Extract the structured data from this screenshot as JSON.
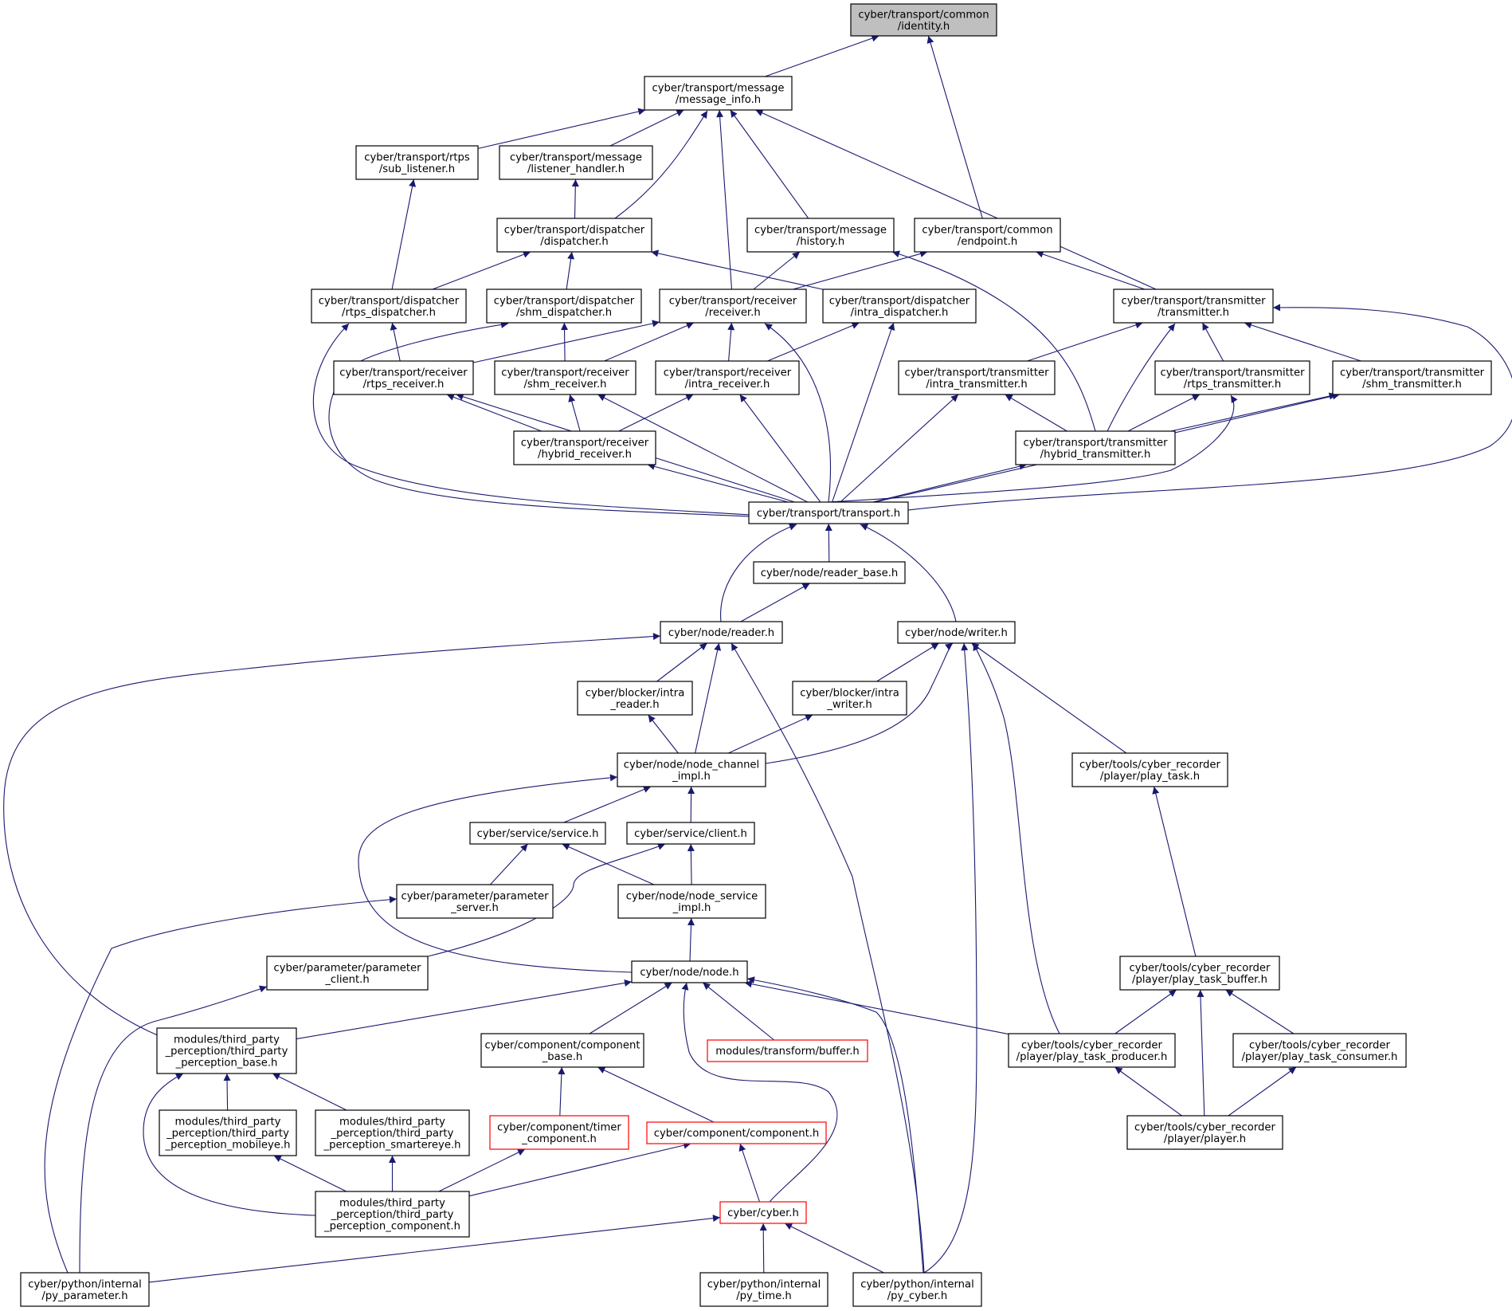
{
  "colors": {
    "edge": "#191970",
    "box_border": "#000000",
    "box_fill": "#ffffff",
    "root_fill": "#bfbfbf",
    "truncated_border": "#ff0000"
  },
  "nodes": [
    {
      "id": "identity",
      "lines": [
        "cyber/transport/common",
        "/identity.h"
      ],
      "style": "root"
    },
    {
      "id": "message_info",
      "lines": [
        "cyber/transport/message",
        "/message_info.h"
      ],
      "style": "normal"
    },
    {
      "id": "sub_listener",
      "lines": [
        "cyber/transport/rtps",
        "/sub_listener.h"
      ],
      "style": "normal"
    },
    {
      "id": "listener_handler",
      "lines": [
        "cyber/transport/message",
        "/listener_handler.h"
      ],
      "style": "normal"
    },
    {
      "id": "dispatcher",
      "lines": [
        "cyber/transport/dispatcher",
        "/dispatcher.h"
      ],
      "style": "normal"
    },
    {
      "id": "history",
      "lines": [
        "cyber/transport/message",
        "/history.h"
      ],
      "style": "normal"
    },
    {
      "id": "endpoint",
      "lines": [
        "cyber/transport/common",
        "/endpoint.h"
      ],
      "style": "normal"
    },
    {
      "id": "rtps_dispatcher",
      "lines": [
        "cyber/transport/dispatcher",
        "/rtps_dispatcher.h"
      ],
      "style": "normal"
    },
    {
      "id": "shm_dispatcher",
      "lines": [
        "cyber/transport/dispatcher",
        "/shm_dispatcher.h"
      ],
      "style": "normal"
    },
    {
      "id": "receiver",
      "lines": [
        "cyber/transport/receiver",
        "/receiver.h"
      ],
      "style": "normal"
    },
    {
      "id": "intra_dispatcher",
      "lines": [
        "cyber/transport/dispatcher",
        "/intra_dispatcher.h"
      ],
      "style": "normal"
    },
    {
      "id": "transmitter",
      "lines": [
        "cyber/transport/transmitter",
        "/transmitter.h"
      ],
      "style": "normal"
    },
    {
      "id": "rtps_receiver",
      "lines": [
        "cyber/transport/receiver",
        "/rtps_receiver.h"
      ],
      "style": "normal"
    },
    {
      "id": "shm_receiver",
      "lines": [
        "cyber/transport/receiver",
        "/shm_receiver.h"
      ],
      "style": "normal"
    },
    {
      "id": "intra_receiver",
      "lines": [
        "cyber/transport/receiver",
        "/intra_receiver.h"
      ],
      "style": "normal"
    },
    {
      "id": "intra_transmitter",
      "lines": [
        "cyber/transport/transmitter",
        "/intra_transmitter.h"
      ],
      "style": "normal"
    },
    {
      "id": "rtps_transmitter",
      "lines": [
        "cyber/transport/transmitter",
        "/rtps_transmitter.h"
      ],
      "style": "normal"
    },
    {
      "id": "shm_transmitter",
      "lines": [
        "cyber/transport/transmitter",
        "/shm_transmitter.h"
      ],
      "style": "normal"
    },
    {
      "id": "hybrid_receiver",
      "lines": [
        "cyber/transport/receiver",
        "/hybrid_receiver.h"
      ],
      "style": "normal"
    },
    {
      "id": "hybrid_transmitter",
      "lines": [
        "cyber/transport/transmitter",
        "/hybrid_transmitter.h"
      ],
      "style": "normal"
    },
    {
      "id": "transport",
      "lines": [
        "cyber/transport/transport.h"
      ],
      "style": "normal"
    },
    {
      "id": "reader_base",
      "lines": [
        "cyber/node/reader_base.h"
      ],
      "style": "normal"
    },
    {
      "id": "reader",
      "lines": [
        "cyber/node/reader.h"
      ],
      "style": "normal"
    },
    {
      "id": "writer",
      "lines": [
        "cyber/node/writer.h"
      ],
      "style": "normal"
    },
    {
      "id": "intra_reader",
      "lines": [
        "cyber/blocker/intra",
        "_reader.h"
      ],
      "style": "normal"
    },
    {
      "id": "intra_writer",
      "lines": [
        "cyber/blocker/intra",
        "_writer.h"
      ],
      "style": "normal"
    },
    {
      "id": "node_channel_impl",
      "lines": [
        "cyber/node/node_channel",
        "_impl.h"
      ],
      "style": "normal"
    },
    {
      "id": "play_task",
      "lines": [
        "cyber/tools/cyber_recorder",
        "/player/play_task.h"
      ],
      "style": "normal"
    },
    {
      "id": "service",
      "lines": [
        "cyber/service/service.h"
      ],
      "style": "normal"
    },
    {
      "id": "client",
      "lines": [
        "cyber/service/client.h"
      ],
      "style": "normal"
    },
    {
      "id": "parameter_server",
      "lines": [
        "cyber/parameter/parameter",
        "_server.h"
      ],
      "style": "normal"
    },
    {
      "id": "node_service_impl",
      "lines": [
        "cyber/node/node_service",
        "_impl.h"
      ],
      "style": "normal"
    },
    {
      "id": "parameter_client",
      "lines": [
        "cyber/parameter/parameter",
        "_client.h"
      ],
      "style": "normal"
    },
    {
      "id": "node",
      "lines": [
        "cyber/node/node.h"
      ],
      "style": "normal"
    },
    {
      "id": "play_task_buffer",
      "lines": [
        "cyber/tools/cyber_recorder",
        "/player/play_task_buffer.h"
      ],
      "style": "normal"
    },
    {
      "id": "tp_base",
      "lines": [
        "modules/third_party",
        "_perception/third_party",
        "_perception_base.h"
      ],
      "style": "normal"
    },
    {
      "id": "component_base",
      "lines": [
        "cyber/component/component",
        "_base.h"
      ],
      "style": "normal"
    },
    {
      "id": "transform_buffer",
      "lines": [
        "modules/transform/buffer.h"
      ],
      "style": "truncated"
    },
    {
      "id": "play_task_producer",
      "lines": [
        "cyber/tools/cyber_recorder",
        "/player/play_task_producer.h"
      ],
      "style": "normal"
    },
    {
      "id": "play_task_consumer",
      "lines": [
        "cyber/tools/cyber_recorder",
        "/player/play_task_consumer.h"
      ],
      "style": "normal"
    },
    {
      "id": "tp_mobileye",
      "lines": [
        "modules/third_party",
        "_perception/third_party",
        "_perception_mobileye.h"
      ],
      "style": "normal"
    },
    {
      "id": "tp_smartereye",
      "lines": [
        "modules/third_party",
        "_perception/third_party",
        "_perception_smartereye.h"
      ],
      "style": "normal"
    },
    {
      "id": "timer_component",
      "lines": [
        "cyber/component/timer",
        "_component.h"
      ],
      "style": "truncated"
    },
    {
      "id": "component",
      "lines": [
        "cyber/component/component.h"
      ],
      "style": "truncated"
    },
    {
      "id": "player",
      "lines": [
        "cyber/tools/cyber_recorder",
        "/player/player.h"
      ],
      "style": "normal"
    },
    {
      "id": "tp_component",
      "lines": [
        "modules/third_party",
        "_perception/third_party",
        "_perception_component.h"
      ],
      "style": "normal"
    },
    {
      "id": "cyber",
      "lines": [
        "cyber/cyber.h"
      ],
      "style": "truncated"
    },
    {
      "id": "py_parameter",
      "lines": [
        "cyber/python/internal",
        "/py_parameter.h"
      ],
      "style": "normal"
    },
    {
      "id": "py_time",
      "lines": [
        "cyber/python/internal",
        "/py_time.h"
      ],
      "style": "normal"
    },
    {
      "id": "py_cyber",
      "lines": [
        "cyber/python/internal",
        "/py_cyber.h"
      ],
      "style": "normal"
    }
  ],
  "edges": [
    {
      "from": "message_info",
      "to": "identity"
    },
    {
      "from": "endpoint",
      "to": "identity"
    },
    {
      "from": "sub_listener",
      "to": "message_info"
    },
    {
      "from": "listener_handler",
      "to": "message_info"
    },
    {
      "from": "dispatcher",
      "to": "message_info"
    },
    {
      "from": "receiver",
      "to": "message_info"
    },
    {
      "from": "history",
      "to": "message_info"
    },
    {
      "from": "transmitter",
      "to": "message_info"
    },
    {
      "from": "rtps_dispatcher",
      "to": "sub_listener"
    },
    {
      "from": "dispatcher",
      "to": "listener_handler"
    },
    {
      "from": "rtps_dispatcher",
      "to": "dispatcher"
    },
    {
      "from": "shm_dispatcher",
      "to": "dispatcher"
    },
    {
      "from": "intra_dispatcher",
      "to": "dispatcher"
    },
    {
      "from": "receiver",
      "to": "history"
    },
    {
      "from": "hybrid_transmitter",
      "to": "history"
    },
    {
      "from": "receiver",
      "to": "endpoint"
    },
    {
      "from": "transmitter",
      "to": "endpoint"
    },
    {
      "from": "rtps_receiver",
      "to": "rtps_dispatcher"
    },
    {
      "from": "transport",
      "to": "rtps_dispatcher"
    },
    {
      "from": "shm_receiver",
      "to": "shm_dispatcher"
    },
    {
      "from": "transport",
      "to": "shm_dispatcher"
    },
    {
      "from": "rtps_receiver",
      "to": "receiver"
    },
    {
      "from": "shm_receiver",
      "to": "receiver"
    },
    {
      "from": "intra_receiver",
      "to": "receiver"
    },
    {
      "from": "transport",
      "to": "receiver"
    },
    {
      "from": "intra_receiver",
      "to": "intra_dispatcher"
    },
    {
      "from": "transport",
      "to": "intra_dispatcher"
    },
    {
      "from": "intra_transmitter",
      "to": "transmitter"
    },
    {
      "from": "rtps_transmitter",
      "to": "transmitter"
    },
    {
      "from": "shm_transmitter",
      "to": "transmitter"
    },
    {
      "from": "hybrid_transmitter",
      "to": "transmitter"
    },
    {
      "from": "transport",
      "to": "transmitter"
    },
    {
      "from": "hybrid_receiver",
      "to": "rtps_receiver"
    },
    {
      "from": "transport",
      "to": "rtps_receiver"
    },
    {
      "from": "hybrid_receiver",
      "to": "shm_receiver"
    },
    {
      "from": "transport",
      "to": "shm_receiver"
    },
    {
      "from": "hybrid_receiver",
      "to": "intra_receiver"
    },
    {
      "from": "transport",
      "to": "intra_receiver"
    },
    {
      "from": "hybrid_transmitter",
      "to": "intra_transmitter"
    },
    {
      "from": "transport",
      "to": "intra_transmitter"
    },
    {
      "from": "hybrid_transmitter",
      "to": "rtps_transmitter"
    },
    {
      "from": "transport",
      "to": "rtps_transmitter"
    },
    {
      "from": "hybrid_transmitter",
      "to": "shm_transmitter"
    },
    {
      "from": "transport",
      "to": "shm_transmitter"
    },
    {
      "from": "transport",
      "to": "hybrid_receiver"
    },
    {
      "from": "transport",
      "to": "hybrid_transmitter"
    },
    {
      "from": "reader_base",
      "to": "transport"
    },
    {
      "from": "reader",
      "to": "transport"
    },
    {
      "from": "writer",
      "to": "transport"
    },
    {
      "from": "reader",
      "to": "reader_base"
    },
    {
      "from": "tp_base",
      "to": "reader"
    },
    {
      "from": "intra_reader",
      "to": "reader"
    },
    {
      "from": "node_channel_impl",
      "to": "reader"
    },
    {
      "from": "py_cyber",
      "to": "reader"
    },
    {
      "from": "intra_writer",
      "to": "writer"
    },
    {
      "from": "node_channel_impl",
      "to": "writer"
    },
    {
      "from": "play_task",
      "to": "writer"
    },
    {
      "from": "play_task_producer",
      "to": "writer"
    },
    {
      "from": "py_cyber",
      "to": "writer"
    },
    {
      "from": "node_channel_impl",
      "to": "intra_reader"
    },
    {
      "from": "node_channel_impl",
      "to": "intra_writer"
    },
    {
      "from": "service",
      "to": "node_channel_impl"
    },
    {
      "from": "client",
      "to": "node_channel_impl"
    },
    {
      "from": "node",
      "to": "node_channel_impl"
    },
    {
      "from": "play_task_buffer",
      "to": "play_task"
    },
    {
      "from": "parameter_server",
      "to": "service"
    },
    {
      "from": "node_service_impl",
      "to": "service"
    },
    {
      "from": "parameter_client",
      "to": "client"
    },
    {
      "from": "node_service_impl",
      "to": "client"
    },
    {
      "from": "py_parameter",
      "to": "parameter_server"
    },
    {
      "from": "node",
      "to": "node_service_impl"
    },
    {
      "from": "py_parameter",
      "to": "parameter_client"
    },
    {
      "from": "tp_base",
      "to": "node"
    },
    {
      "from": "component_base",
      "to": "node"
    },
    {
      "from": "transform_buffer",
      "to": "node"
    },
    {
      "from": "cyber",
      "to": "node"
    },
    {
      "from": "py_cyber",
      "to": "node"
    },
    {
      "from": "play_task_producer",
      "to": "node"
    },
    {
      "from": "play_task_producer",
      "to": "play_task_buffer"
    },
    {
      "from": "play_task_consumer",
      "to": "play_task_buffer"
    },
    {
      "from": "player",
      "to": "play_task_buffer"
    },
    {
      "from": "tp_mobileye",
      "to": "tp_base"
    },
    {
      "from": "tp_smartereye",
      "to": "tp_base"
    },
    {
      "from": "tp_component",
      "to": "tp_base"
    },
    {
      "from": "timer_component",
      "to": "component_base"
    },
    {
      "from": "component",
      "to": "component_base"
    },
    {
      "from": "player",
      "to": "play_task_producer"
    },
    {
      "from": "player",
      "to": "play_task_consumer"
    },
    {
      "from": "tp_component",
      "to": "tp_mobileye"
    },
    {
      "from": "tp_component",
      "to": "tp_smartereye"
    },
    {
      "from": "tp_component",
      "to": "timer_component"
    },
    {
      "from": "tp_component",
      "to": "component"
    },
    {
      "from": "cyber",
      "to": "component"
    },
    {
      "from": "py_parameter",
      "to": "cyber"
    },
    {
      "from": "py_time",
      "to": "cyber"
    },
    {
      "from": "py_cyber",
      "to": "cyber"
    }
  ]
}
